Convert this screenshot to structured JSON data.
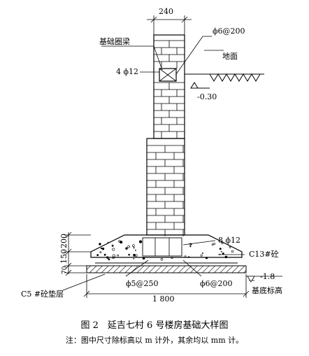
{
  "drawing": {
    "dims": {
      "wall_width": "240",
      "footing_width": "1 800",
      "height_top": "200",
      "height_mid": "150",
      "height_bottom": "70"
    },
    "labels": {
      "ring_beam": "基础圈梁",
      "ring_beam_stirrup": "ϕ6@200",
      "ring_beam_bars": "4 ϕ12",
      "ground": "地面",
      "ground_level": "-0.30",
      "footing_bars": "8 ϕ12",
      "concrete": "C13#砼",
      "base_level": "-1.8",
      "base_level_name": "基底标高",
      "cushion": "C5 #砼垫层",
      "footing_rebar_a": "ϕ5@250",
      "footing_rebar_b": "ϕ6@200"
    }
  },
  "caption": {
    "title": "图 2　延吉七村 6 号楼房基础大样图",
    "note": "注：图中尺寸除标高以 m 计外，其余均以 mm 计。"
  }
}
